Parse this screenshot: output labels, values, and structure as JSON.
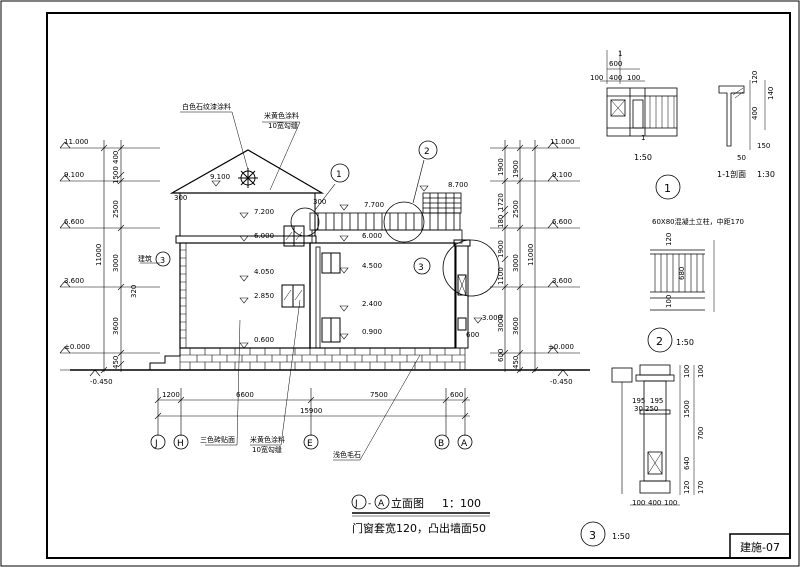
{
  "sheet_no": "建施-07",
  "main_view": {
    "title_axes_left": "J",
    "title_axes_right": "A",
    "title_text": "立面图",
    "title_scale": "1：100",
    "note": "门窗套宽120，凸出墙面50"
  },
  "materials": {
    "white_paint": "白色石纹漆涂料",
    "beige_paint_top": "米黄色涂料",
    "groove_top": "10宽勾缝",
    "beige_paint_bottom": "米黄色涂料",
    "groove_bottom": "10宽勾缝",
    "tile": "三色砖贴面",
    "granite": "浅色毛石",
    "roof_label": "建筑"
  },
  "left_levels": [
    "11.000",
    "9.100",
    "6.600",
    "3.600",
    "±0.000",
    "-0.450"
  ],
  "left_dims": [
    "400",
    "1500",
    "2500",
    "3000",
    "11000",
    "3600",
    "450"
  ],
  "right_levels": [
    "11.000",
    "9.100",
    "6.600",
    "3.600",
    "±0.000",
    "-0.450"
  ],
  "right_dims_outer": [
    "1900",
    "2500",
    "3000",
    "11000",
    "3600",
    "450"
  ],
  "right_dims_inner": [
    "1900",
    "1720",
    "180",
    "1900",
    "1100",
    "3000",
    "600"
  ],
  "inner_levels": [
    "9.100",
    "8.700",
    "7.700",
    "7.200",
    "6.000",
    "6.000",
    "4.500",
    "4.050",
    "2.850",
    "2.400",
    "0.900",
    "0.600",
    "3.000",
    "320",
    "300",
    "300",
    "600"
  ],
  "bottom_dims": [
    "1200",
    "6600",
    "7500",
    "600",
    "15900"
  ],
  "axis_labels": [
    "J",
    "H",
    "E",
    "B",
    "A"
  ],
  "callouts": [
    "1",
    "2",
    "3",
    "3"
  ],
  "detail1": {
    "callout": "1",
    "scale": "1:50",
    "dims": [
      "600",
      "100",
      "400",
      "100",
      "1",
      "1"
    ],
    "section_title": "1-1剖面",
    "section_scale": "1:30",
    "section_dims": [
      "120",
      "140",
      "400",
      "150",
      "50"
    ]
  },
  "detail2": {
    "callout": "2",
    "scale": "1:50",
    "note": "60X80混凝土立柱，中距170",
    "dims": [
      "120",
      "680",
      "100"
    ]
  },
  "detail3": {
    "callout": "3",
    "scale": "1:50",
    "dims_top": [
      "195",
      "195",
      "250",
      "30"
    ],
    "dims_side": [
      "100",
      "100",
      "1500",
      "700",
      "640",
      "120",
      "170"
    ],
    "dims_bottom": [
      "100",
      "400",
      "100"
    ]
  }
}
